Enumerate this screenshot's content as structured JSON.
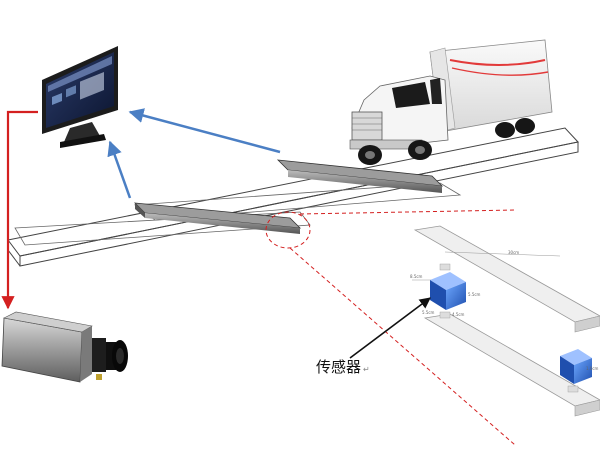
{
  "labels": {
    "sensor": "传感器",
    "sensor_suffix": "↵"
  },
  "dimensions": {
    "span": "30cm",
    "width_a": "8.5cm",
    "height": "5.5cm",
    "width_b": "5.5cm",
    "width_c": "4.5cm",
    "width_d": "1.0cm"
  },
  "colors": {
    "signal_red": "#d42020",
    "data_blue": "#4b7fc4",
    "sensor_blue": "#3d79d8",
    "truck_stripe": "#e23a3a"
  },
  "icons": [
    "monitor-icon",
    "truck-icon",
    "camera-icon",
    "sensor-cube-icon"
  ]
}
